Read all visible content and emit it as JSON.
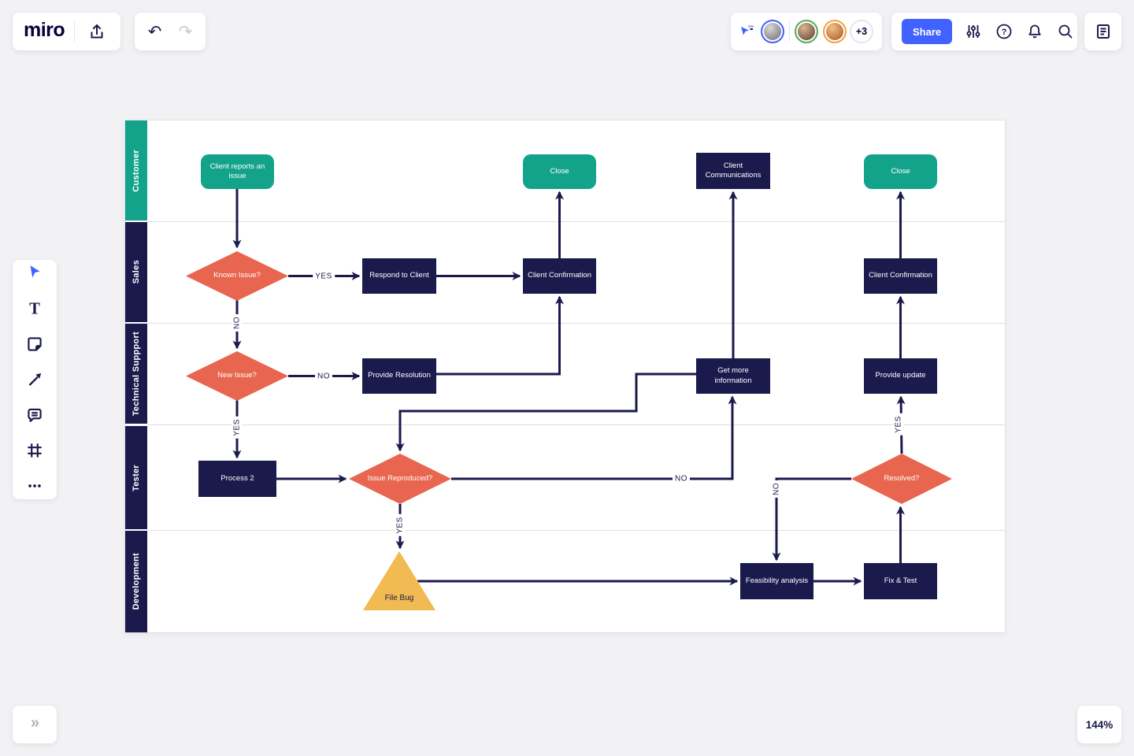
{
  "header": {
    "logo": "miro",
    "undo_glyph": "↶",
    "redo_glyph": "↷",
    "share_label": "Share",
    "collaborators_overflow": "+3"
  },
  "icons": {
    "topbar": [
      "export-icon",
      "undo-icon",
      "redo-icon",
      "follow-cursor-icon",
      "sliders-icon",
      "help-icon",
      "bell-icon",
      "search-icon",
      "notes-icon"
    ],
    "toolbar": [
      "select-cursor-icon",
      "text-tool-icon",
      "sticky-note-icon",
      "arrow-tool-icon",
      "comment-icon",
      "frame-tool-icon",
      "more-icon"
    ]
  },
  "footer": {
    "expand_glyph": "»",
    "zoom_level": "144%"
  },
  "colors": {
    "accent_blue": "#4262ff",
    "navy": "#1a1a4d",
    "teal": "#13a38a",
    "coral": "#e8664f",
    "yellow": "#f2ba52",
    "canvas": "#f2f2f5"
  },
  "board": {
    "lanes": [
      {
        "label": "Customer",
        "color": "#13a38a"
      },
      {
        "label": "Sales",
        "color": "#1a1a4d"
      },
      {
        "label": "Technical Suppport",
        "color": "#1a1a4d"
      },
      {
        "label": "Tester",
        "color": "#1a1a4d"
      },
      {
        "label": "Development",
        "color": "#1a1a4d"
      }
    ],
    "nodes": {
      "client_reports_issue": {
        "label": "Client reports an issue",
        "type": "rounded",
        "color": "#13a38a",
        "lane": "Customer"
      },
      "close_top": {
        "label": "Close",
        "type": "rounded",
        "color": "#13a38a",
        "lane": "Customer"
      },
      "client_communications": {
        "label": "Client Communications",
        "type": "rect",
        "color": "#1a1a4d",
        "lane": "Customer"
      },
      "close_right": {
        "label": "Close",
        "type": "rounded",
        "color": "#13a38a",
        "lane": "Customer"
      },
      "known_issue": {
        "label": "Known Issue?",
        "type": "diamond",
        "color": "#e8664f",
        "lane": "Sales"
      },
      "respond_to_client": {
        "label": "Respond to Client",
        "type": "rect",
        "color": "#1a1a4d",
        "lane": "Sales"
      },
      "client_confirmation_left": {
        "label": "Client Confirmation",
        "type": "rect",
        "color": "#1a1a4d",
        "lane": "Sales"
      },
      "client_confirmation_right": {
        "label": "Client Confirmation",
        "type": "rect",
        "color": "#1a1a4d",
        "lane": "Sales"
      },
      "new_issue": {
        "label": "New Issue?",
        "type": "diamond",
        "color": "#e8664f",
        "lane": "Technical Suppport"
      },
      "provide_resolution": {
        "label": "Provide Resolution",
        "type": "rect",
        "color": "#1a1a4d",
        "lane": "Technical Suppport"
      },
      "get_more_information": {
        "label": "Get more information",
        "type": "rect",
        "color": "#1a1a4d",
        "lane": "Technical Suppport"
      },
      "provide_update": {
        "label": "Provide update",
        "type": "rect",
        "color": "#1a1a4d",
        "lane": "Technical Suppport"
      },
      "process_2": {
        "label": "Process 2",
        "type": "rect",
        "color": "#1a1a4d",
        "lane": "Tester"
      },
      "issue_reproduced": {
        "label": "Issue Reproduced?",
        "type": "diamond",
        "color": "#e8664f",
        "lane": "Tester"
      },
      "resolved": {
        "label": "Resolved?",
        "type": "diamond",
        "color": "#e8664f",
        "lane": "Tester"
      },
      "file_bug": {
        "label": "File Bug",
        "type": "triangle",
        "color": "#f2ba52",
        "lane": "Development"
      },
      "feasibility_analysis": {
        "label": "Feasibility analysis",
        "type": "rect",
        "color": "#1a1a4d",
        "lane": "Development"
      },
      "fix_and_test": {
        "label": "Fix & Test",
        "type": "rect",
        "color": "#1a1a4d",
        "lane": "Development"
      }
    },
    "edge_labels": {
      "known_issue_yes": "YES",
      "known_issue_no": "NO",
      "new_issue_no": "NO",
      "new_issue_yes": "YES",
      "issue_reproduced_no": "NO",
      "issue_reproduced_yes": "YES",
      "resolved_no": "NO",
      "resolved_yes": "YES"
    },
    "edges": [
      {
        "from": "client_reports_issue",
        "to": "known_issue"
      },
      {
        "from": "known_issue",
        "to": "respond_to_client",
        "label": "YES"
      },
      {
        "from": "respond_to_client",
        "to": "client_confirmation_left"
      },
      {
        "from": "client_confirmation_left",
        "to": "close_top"
      },
      {
        "from": "known_issue",
        "to": "new_issue",
        "label": "NO"
      },
      {
        "from": "new_issue",
        "to": "provide_resolution",
        "label": "NO"
      },
      {
        "from": "provide_resolution",
        "to": "client_confirmation_left"
      },
      {
        "from": "new_issue",
        "to": "process_2",
        "label": "YES"
      },
      {
        "from": "process_2",
        "to": "issue_reproduced"
      },
      {
        "from": "issue_reproduced",
        "to": "get_more_information",
        "label": "NO"
      },
      {
        "from": "get_more_information",
        "to": "client_communications"
      },
      {
        "from": "get_more_information",
        "to": "issue_reproduced"
      },
      {
        "from": "issue_reproduced",
        "to": "file_bug",
        "label": "YES"
      },
      {
        "from": "file_bug",
        "to": "feasibility_analysis"
      },
      {
        "from": "feasibility_analysis",
        "to": "fix_and_test"
      },
      {
        "from": "fix_and_test",
        "to": "resolved"
      },
      {
        "from": "resolved",
        "to": "feasibility_analysis",
        "label": "NO"
      },
      {
        "from": "resolved",
        "to": "provide_update",
        "label": "YES"
      },
      {
        "from": "provide_update",
        "to": "client_confirmation_right"
      },
      {
        "from": "client_confirmation_right",
        "to": "close_right"
      }
    ]
  }
}
